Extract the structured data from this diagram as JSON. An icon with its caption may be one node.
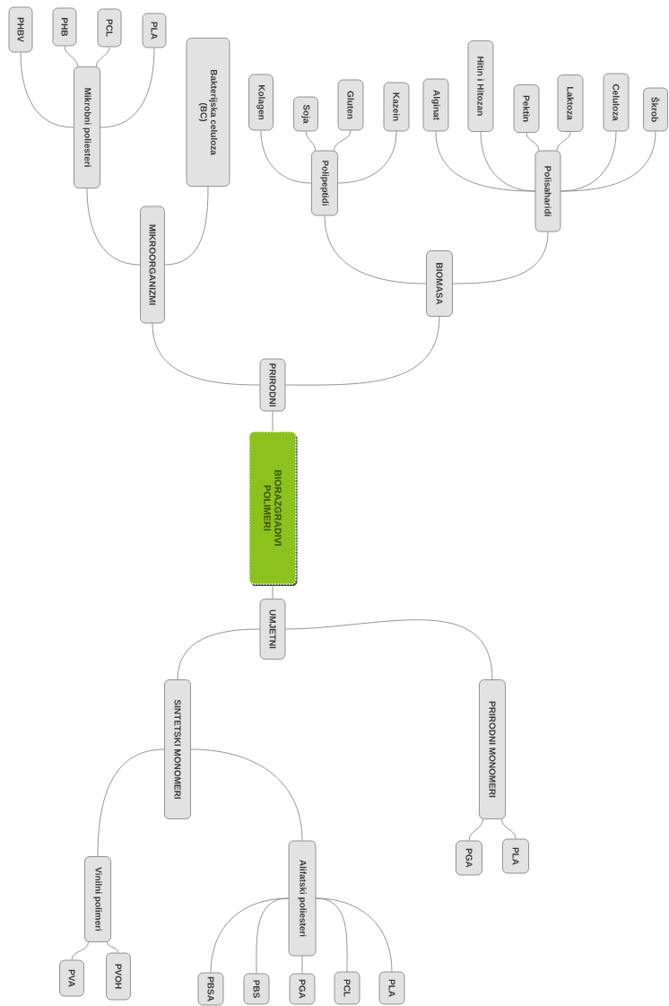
{
  "diagram": {
    "nodes": [
      {
        "text": [
          "BIORAZGRADIVI POLIMERI"
        ]
      },
      {
        "text": [
          "PRIRODNI"
        ]
      },
      {
        "text": [
          "MIKROORGANIZMI"
        ]
      },
      {
        "text": [
          "Mikrobni poliesteri"
        ]
      },
      {
        "text": [
          "PHBV"
        ]
      },
      {
        "text": [
          "PHB"
        ]
      },
      {
        "text": [
          "PCL"
        ]
      },
      {
        "text": [
          "PLA"
        ]
      },
      {
        "text": [
          "Bakterijska celuloza (BC)"
        ]
      },
      {
        "text": [
          "BIOMASA"
        ]
      },
      {
        "text": [
          "Polipeptidi"
        ]
      },
      {
        "text": [
          "Kolagen"
        ]
      },
      {
        "text": [
          "Soja"
        ]
      },
      {
        "text": [
          "Gluten"
        ]
      },
      {
        "text": [
          "Kazein"
        ]
      },
      {
        "text": [
          "Polisaharidi"
        ]
      },
      {
        "text": [
          "Alginat"
        ]
      },
      {
        "text": [
          "Hitin i Hitozan"
        ]
      },
      {
        "text": [
          "Pektin"
        ]
      },
      {
        "text": [
          "Laktoza"
        ]
      },
      {
        "text": [
          "Celuloza"
        ]
      },
      {
        "text": [
          "Škrob"
        ]
      },
      {
        "text": [
          "UMJETNI"
        ]
      },
      {
        "text": [
          "SINTETSKI MONOMERI"
        ]
      },
      {
        "text": [
          "PRIRODNI MONOMERI"
        ]
      },
      {
        "text": [
          "Vinilni polimeri"
        ]
      },
      {
        "text": [
          "Alifatski poliesteri"
        ]
      },
      {
        "text": [
          "PVA"
        ]
      },
      {
        "text": [
          "PVOH"
        ]
      },
      {
        "text": [
          "PBSA"
        ]
      },
      {
        "text": [
          "PBS"
        ]
      },
      {
        "text": [
          "PGA"
        ]
      },
      {
        "text": [
          "PCL"
        ]
      },
      {
        "text": [
          "PLA"
        ]
      },
      {
        "text": [
          "PGA"
        ]
      },
      {
        "text": [
          "PLA"
        ]
      }
    ],
    "edges": [
      {
        "from": 0,
        "to": 1,
        "arrow": "none"
      },
      {
        "from": 1,
        "to": 2,
        "arrow": "none"
      },
      {
        "from": 1,
        "to": 9,
        "arrow": "none"
      },
      {
        "from": 2,
        "to": 3,
        "arrow": "none"
      },
      {
        "from": 2,
        "to": 8,
        "arrow": "none"
      },
      {
        "from": 3,
        "to": 4,
        "arrow": "none"
      },
      {
        "from": 3,
        "to": 5,
        "arrow": "none"
      },
      {
        "from": 3,
        "to": 6,
        "arrow": "none"
      },
      {
        "from": 3,
        "to": 7,
        "arrow": "none"
      },
      {
        "from": 9,
        "to": 10,
        "arrow": "none"
      },
      {
        "from": 9,
        "to": 15,
        "arrow": "none"
      },
      {
        "from": 10,
        "to": 11,
        "arrow": "none"
      },
      {
        "from": 10,
        "to": 12,
        "arrow": "none"
      },
      {
        "from": 10,
        "to": 13,
        "arrow": "none"
      },
      {
        "from": 10,
        "to": 14,
        "arrow": "none"
      },
      {
        "from": 15,
        "to": 16,
        "arrow": "none"
      },
      {
        "from": 15,
        "to": 17,
        "arrow": "none"
      },
      {
        "from": 15,
        "to": 18,
        "arrow": "none"
      },
      {
        "from": 15,
        "to": 19,
        "arrow": "none"
      },
      {
        "from": 15,
        "to": 20,
        "arrow": "none"
      },
      {
        "from": 15,
        "to": 21,
        "arrow": "none"
      },
      {
        "from": 0,
        "to": 22,
        "arrow": "none"
      },
      {
        "from": 22,
        "to": 23,
        "arrow": "none"
      },
      {
        "from": 22,
        "to": 24,
        "arrow": "none"
      },
      {
        "from": 23,
        "to": 25,
        "arrow": "none"
      },
      {
        "from": 23,
        "to": 26,
        "arrow": "none"
      },
      {
        "from": 25,
        "to": 27,
        "arrow": "none"
      },
      {
        "from": 25,
        "to": 28,
        "arrow": "none"
      },
      {
        "from": 26,
        "to": 29,
        "arrow": "none"
      },
      {
        "from": 26,
        "to": 30,
        "arrow": "none"
      },
      {
        "from": 26,
        "to": 31,
        "arrow": "none"
      },
      {
        "from": 26,
        "to": 32,
        "arrow": "none"
      },
      {
        "from": 26,
        "to": 33,
        "arrow": "none"
      },
      {
        "from": 24,
        "to": 34,
        "arrow": "none"
      },
      {
        "from": 24,
        "to": 35,
        "arrow": "none"
      }
    ]
  }
}
